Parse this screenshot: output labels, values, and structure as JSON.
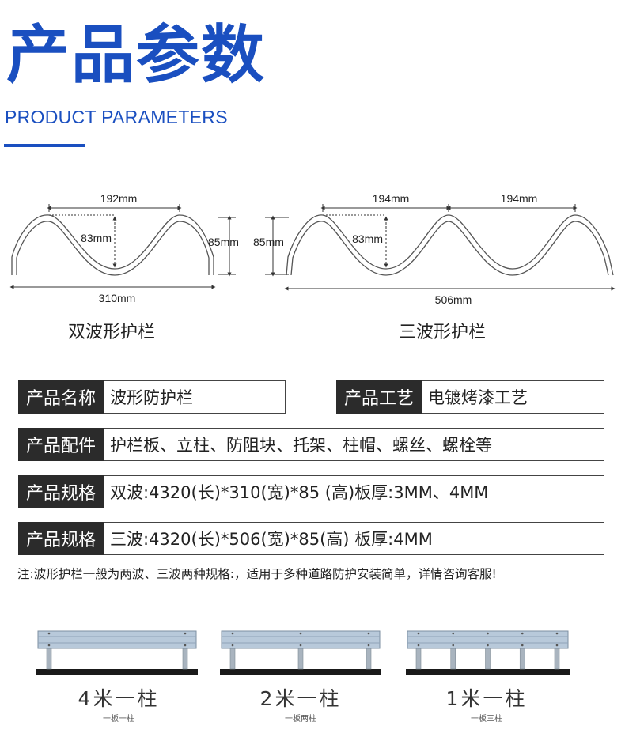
{
  "header": {
    "title": "产品参数",
    "subtitle": "PRODUCT PARAMETERS"
  },
  "diagrams": {
    "double": {
      "width_top": "192mm",
      "inner_height": "83mm",
      "outer_height": "85mm",
      "width_total": "310mm",
      "name": "双波形护栏"
    },
    "triple": {
      "width_top_1": "194mm",
      "width_top_2": "194mm",
      "outer_height": "85mm",
      "inner_height": "83mm",
      "width_total": "506mm",
      "name": "三波形护栏"
    }
  },
  "specs": {
    "name_label": "产品名称",
    "name_value": "波形防护栏",
    "craft_label": "产品工艺",
    "craft_value": "电镀烤漆工艺",
    "parts_label": "产品配件",
    "parts_value": "护栏板、立柱、防阻块、托架、柱帽、螺丝、螺栓等",
    "spec1_label": "产品规格",
    "spec1_value": "双波:4320(长)*310(宽)*85 (高)板厚:3MM、4MM",
    "spec2_label": "产品规格",
    "spec2_value": "三波:4320(长)*506(宽)*85(高) 板厚:4MM"
  },
  "note": "注:波形护栏一般为两波、三波两种规格:，适用于多种道路防护安装简单，详情咨询客服!",
  "posts": [
    {
      "label": "4米一柱",
      "sub": "一板一柱",
      "posts": 2
    },
    {
      "label": "2米一柱",
      "sub": "一板两柱",
      "posts": 3
    },
    {
      "label": "1米一柱",
      "sub": "一板三柱",
      "posts": 5
    }
  ],
  "colors": {
    "accent": "#1a4fc0",
    "label_bg": "#2b2b2b",
    "rail": "#b8c9da",
    "post": "#a9b4bf",
    "ground": "#1a1a1a"
  }
}
